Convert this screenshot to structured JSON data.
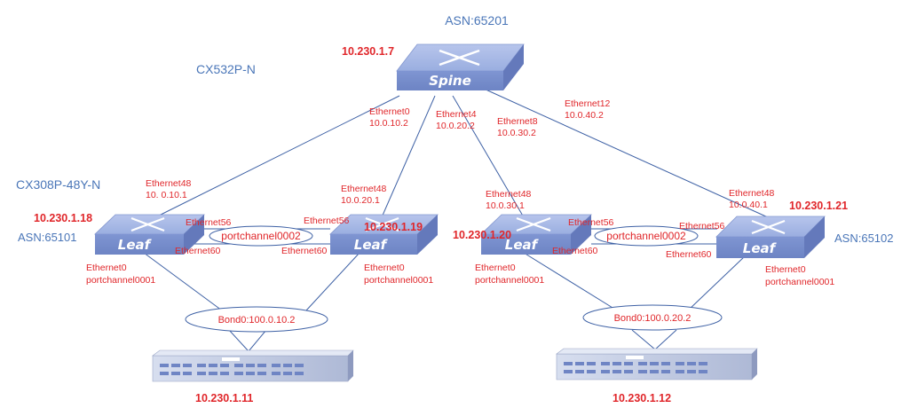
{
  "spine": {
    "asn": "ASN:65201",
    "model": "CX532P-N",
    "ip": "10.230.1.7",
    "label": "Spine",
    "ports": [
      {
        "name": "Ethernet0",
        "ip": "10.0.10.2"
      },
      {
        "name": "Ethernet4",
        "ip": "10.0.20.2"
      },
      {
        "name": "Ethernet8",
        "ip": "10.0.30.2"
      },
      {
        "name": "Ethernet12",
        "ip": "10.0.40.2"
      }
    ]
  },
  "leaf_model": "CX308P-48Y-N",
  "leaves": [
    {
      "label": "Leaf",
      "ip": "10.230.1.18",
      "asn": "ASN:65101",
      "uplink": {
        "name": "Ethernet48",
        "ip": "10. 0.10.1"
      },
      "peer_port_a": "Ethernet56",
      "peer_port_b": "Ethernet60",
      "downlink": {
        "name": "Ethernet0",
        "pc": "portchannel0001"
      }
    },
    {
      "label": "Leaf",
      "ip": "10.230.1.19",
      "asn": "",
      "uplink": {
        "name": "Ethernet48",
        "ip": "10.0.20.1"
      },
      "peer_port_a": "Ethernet56",
      "peer_port_b": "Ethernet60",
      "downlink": {
        "name": "Ethernet0",
        "pc": "portchannel0001"
      }
    },
    {
      "label": "Leaf",
      "ip": "10.230.1.20",
      "asn": "",
      "uplink": {
        "name": "Ethernet48",
        "ip": "10.0.30.1"
      },
      "peer_port_a": "Ethernet56",
      "peer_port_b": "Ethernet60",
      "downlink": {
        "name": "Ethernet0",
        "pc": "portchannel0001"
      }
    },
    {
      "label": "Leaf",
      "ip": "10.230.1.21",
      "asn": "ASN:65102",
      "uplink": {
        "name": "Ethernet48",
        "ip": "10.0.40.1"
      },
      "peer_port_a": "Ethernet56",
      "peer_port_b": "Ethernet60",
      "downlink": {
        "name": "Ethernet0",
        "pc": "portchannel0001"
      }
    }
  ],
  "peer_links": [
    "portchannel0002",
    "portchannel0002"
  ],
  "servers": [
    {
      "bond": "Bond0:100.0.10.2",
      "ip": "10.230.1.11"
    },
    {
      "bond": "Bond0:100.0.20.2",
      "ip": "10.230.1.12"
    }
  ],
  "colors": {
    "label_blue": "#4a76b8",
    "ip_red": "#e0262a",
    "device_fill": "#8ea3d8",
    "line": "#3e61a5"
  }
}
